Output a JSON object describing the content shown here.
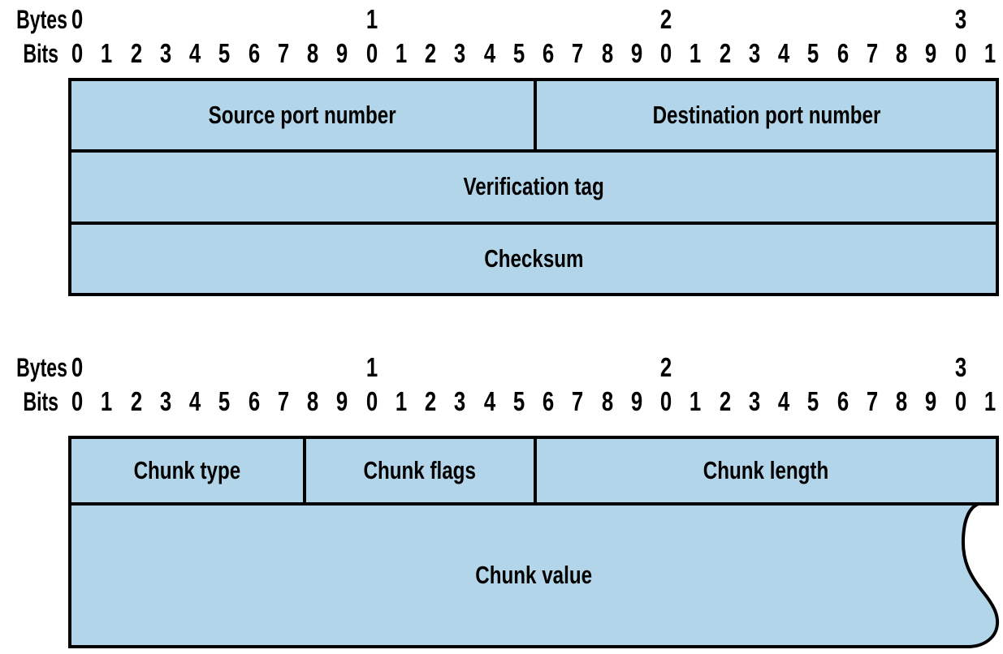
{
  "colors": {
    "box_fill": "#b3d5ea",
    "border_color": "#000000",
    "text_color": "#000000",
    "page_bg": "#ffffff"
  },
  "ruler": {
    "bytes_label": "Bytes",
    "bits_label": "Bits",
    "byte_numbers": [
      "0",
      "1",
      "2",
      "3"
    ],
    "byte_slots": [
      "0",
      "",
      "",
      "",
      "",
      "",
      "",
      "",
      "",
      "",
      "1",
      "",
      "",
      "",
      "",
      "",
      "",
      "",
      "",
      "",
      "2",
      "",
      "",
      "",
      "",
      "",
      "",
      "",
      "",
      "",
      "3",
      ""
    ],
    "bit_slots": [
      "0",
      "1",
      "2",
      "3",
      "4",
      "5",
      "6",
      "7",
      "8",
      "9",
      "0",
      "1",
      "2",
      "3",
      "4",
      "5",
      "6",
      "7",
      "8",
      "9",
      "0",
      "1",
      "2",
      "3",
      "4",
      "5",
      "6",
      "7",
      "8",
      "9",
      "0",
      "1"
    ]
  },
  "diagrams": {
    "common_header": {
      "row1": {
        "source_port": "Source port number",
        "destination_port": "Destination port number"
      },
      "row2": {
        "verification_tag": "Verification tag"
      },
      "row3": {
        "checksum": "Checksum"
      }
    },
    "chunk": {
      "row1": {
        "chunk_type": "Chunk type",
        "chunk_flags": "Chunk flags",
        "chunk_length": "Chunk length"
      },
      "value": {
        "chunk_value": "Chunk value"
      }
    }
  }
}
